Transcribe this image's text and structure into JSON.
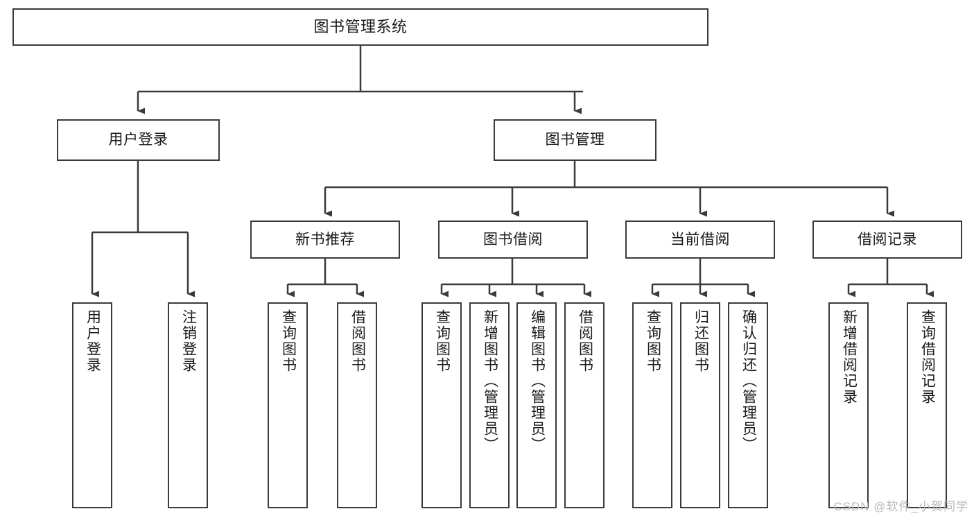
{
  "diagram": {
    "title": "图书管理系统",
    "type": "tree-hierarchy",
    "watermark": "CSDN @软件_小贺同学",
    "colors": {
      "stroke": "#3a3a3a",
      "box_fill": "#ffffff",
      "text": "#1a1a1a",
      "watermark": "#b9b9b9",
      "background": "#ffffff"
    },
    "nodes": {
      "root": {
        "label": "图书管理系统"
      },
      "level2": [
        {
          "id": "user-login",
          "label": "用户登录"
        },
        {
          "id": "book-manage",
          "label": "图书管理"
        }
      ],
      "level3": [
        {
          "id": "new-book-recommend",
          "label": "新书推荐"
        },
        {
          "id": "book-borrow",
          "label": "图书借阅"
        },
        {
          "id": "current-borrow",
          "label": "当前借阅"
        },
        {
          "id": "borrow-record",
          "label": "借阅记录"
        }
      ],
      "leaves": {
        "user-login": [
          {
            "id": "leaf-user-login",
            "label": "用户登录"
          },
          {
            "id": "leaf-user-logout",
            "label": "注销登录"
          }
        ],
        "new-book-recommend": [
          {
            "id": "leaf-query-book-1",
            "label": "查询图书"
          },
          {
            "id": "leaf-borrow-book-1",
            "label": "借阅图书"
          }
        ],
        "book-borrow": [
          {
            "id": "leaf-query-book-2",
            "label": "查询图书"
          },
          {
            "id": "leaf-add-book",
            "label": "新增图书（管理员）"
          },
          {
            "id": "leaf-edit-book",
            "label": "编辑图书（管理员）"
          },
          {
            "id": "leaf-borrow-book-2",
            "label": "借阅图书"
          }
        ],
        "current-borrow": [
          {
            "id": "leaf-query-book-3",
            "label": "查询图书"
          },
          {
            "id": "leaf-return-book",
            "label": "归还图书"
          },
          {
            "id": "leaf-confirm-return",
            "label": "确认归还（管理员）"
          }
        ],
        "borrow-record": [
          {
            "id": "leaf-add-record",
            "label": "新增借阅记录"
          },
          {
            "id": "leaf-query-record",
            "label": "查询借阅记录"
          }
        ]
      }
    }
  }
}
